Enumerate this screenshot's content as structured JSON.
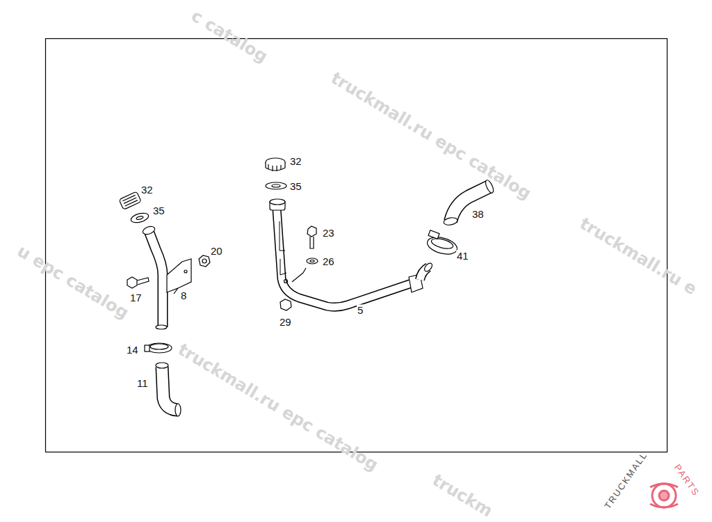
{
  "diagram": {
    "labels": [
      "32",
      "35",
      "20",
      "17",
      "8",
      "14",
      "11",
      "32",
      "35",
      "23",
      "26",
      "29",
      "5",
      "38",
      "41",
      "c catalog",
      "truckmall.ru epc catalog",
      "u epc catalog",
      "truckmall.ru e",
      "truckmall.ru epc catalog",
      "truckm",
      "TRUCKMALL",
      "PARTS"
    ]
  }
}
